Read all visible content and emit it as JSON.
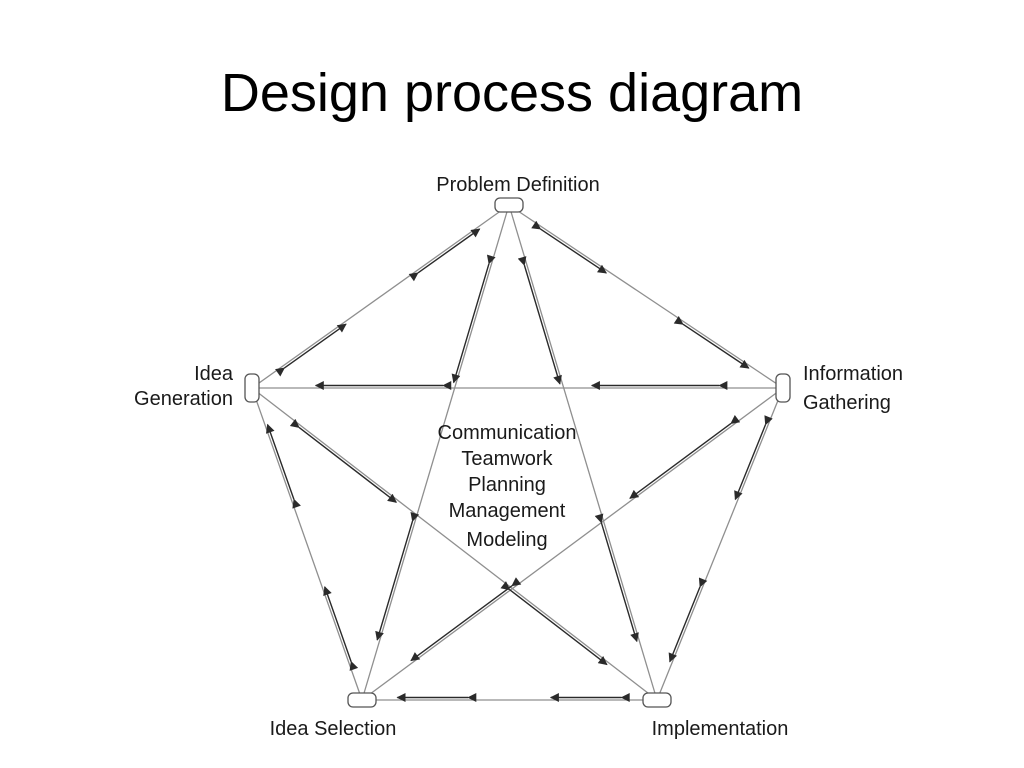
{
  "title": "Design process diagram",
  "nodes": [
    {
      "id": "problem-definition",
      "lines": [
        "Problem Definition"
      ]
    },
    {
      "id": "information-gathering",
      "lines": [
        "Information",
        "Gathering"
      ]
    },
    {
      "id": "implementation",
      "lines": [
        "Implementation"
      ]
    },
    {
      "id": "idea-selection",
      "lines": [
        "Idea Selection"
      ]
    },
    {
      "id": "idea-generation",
      "lines": [
        "Idea",
        "Generation"
      ]
    }
  ],
  "center_labels": [
    "Communication",
    "Teamwork",
    "Planning",
    "Management",
    "Modeling"
  ],
  "edges": [
    {
      "from": "problem-definition",
      "to": "information-gathering"
    },
    {
      "from": "information-gathering",
      "to": "implementation"
    },
    {
      "from": "implementation",
      "to": "idea-selection"
    },
    {
      "from": "idea-selection",
      "to": "idea-generation"
    },
    {
      "from": "idea-generation",
      "to": "problem-definition"
    },
    {
      "from": "problem-definition",
      "to": "implementation"
    },
    {
      "from": "problem-definition",
      "to": "idea-selection"
    },
    {
      "from": "information-gathering",
      "to": "idea-generation"
    },
    {
      "from": "information-gathering",
      "to": "idea-selection"
    },
    {
      "from": "idea-generation",
      "to": "implementation"
    }
  ]
}
